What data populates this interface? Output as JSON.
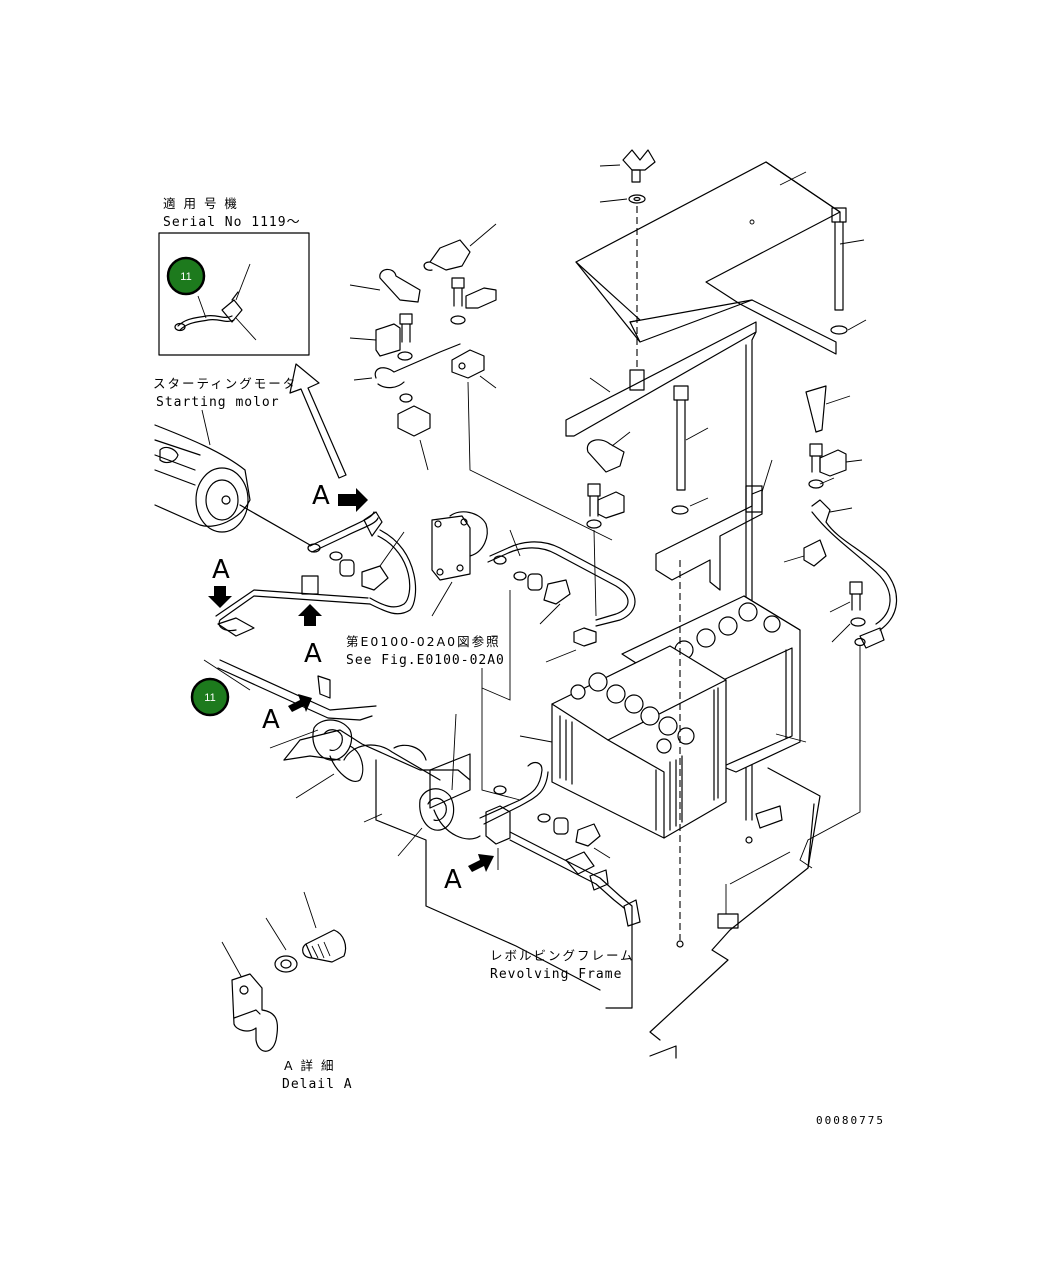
{
  "labels": {
    "serial_jp": "適 用 号 機",
    "serial_en": "Serial No 1119～",
    "starting_motor_jp": "スターティングモータ",
    "starting_motor_en": "Starting molor",
    "see_fig_jp": "第E0100-02A0図参照",
    "see_fig_en": "See Fig.E0100-02A0",
    "revolving_frame_jp": "レボルビングフレーム",
    "revolving_frame_en": "Revolving Frame",
    "detail_jp": "A 詳 細",
    "detail_en": "Delail A",
    "view_letter": "A",
    "drawing_code": "00080775"
  },
  "badges": [
    {
      "id": "badge-inset",
      "text": "11"
    },
    {
      "id": "badge-main",
      "text": "11"
    }
  ],
  "colors": {
    "badge_fill": "#1d7a1d",
    "badge_stroke": "#000000",
    "line": "#000000"
  }
}
